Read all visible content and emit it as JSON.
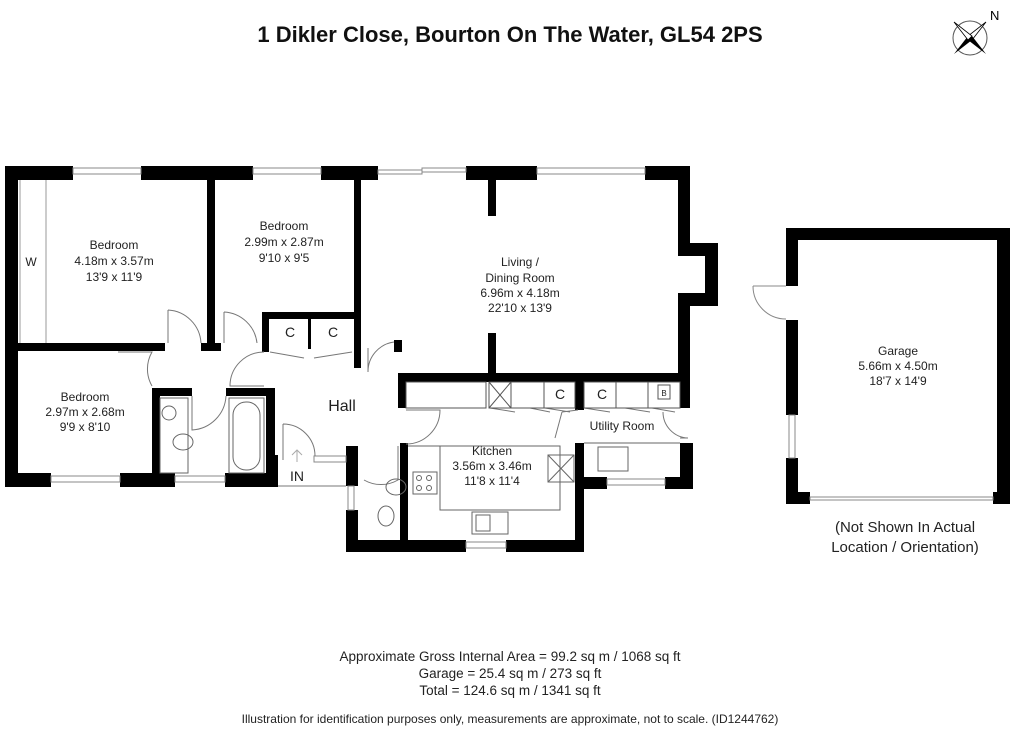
{
  "header": {
    "title": "1 Dikler Close, Bourton On The Water, GL54 2PS",
    "compass_label": "N"
  },
  "rooms": [
    {
      "id": "bedroom1",
      "name": "Bedroom",
      "metric": "4.18m x 3.57m",
      "imperial": "13'9 x 11'9"
    },
    {
      "id": "bedroom2",
      "name": "Bedroom",
      "metric": "2.99m x 2.87m",
      "imperial": "9'10 x 9'5"
    },
    {
      "id": "living",
      "name": "Living /",
      "name2": "Dining Room",
      "metric": "6.96m x 4.18m",
      "imperial": "22'10 x 13'9"
    },
    {
      "id": "bedroom3",
      "name": "Bedroom",
      "metric": "2.97m x 2.68m",
      "imperial": "9'9 x 8'10"
    },
    {
      "id": "hall",
      "name": "Hall"
    },
    {
      "id": "kitchen",
      "name": "Kitchen",
      "metric": "3.56m x 3.46m",
      "imperial": "11'8 x 11'4"
    },
    {
      "id": "utility",
      "name": "Utility Room"
    },
    {
      "id": "garage",
      "name": "Garage",
      "metric": "5.66m x 4.50m",
      "imperial": "18'7 x 14'9"
    }
  ],
  "markers": {
    "wardrobe": "W",
    "cupboard": "C",
    "boiler": "B",
    "entrance": "IN"
  },
  "garage_note": {
    "line1": "(Not Shown In Actual",
    "line2": "Location / Orientation)"
  },
  "areas": {
    "gross_internal": "Approximate Gross Internal Area = 99.2 sq m / 1068 sq ft",
    "garage": "Garage = 25.4 sq m / 273 sq ft",
    "total": "Total = 124.6 sq m / 1341 sq ft"
  },
  "disclaimer": "Illustration for identification purposes only, measurements are approximate, not to scale. (ID1244762)",
  "colors": {
    "wall": "#000000",
    "background": "#ffffff",
    "fixture_line": "#777777"
  }
}
